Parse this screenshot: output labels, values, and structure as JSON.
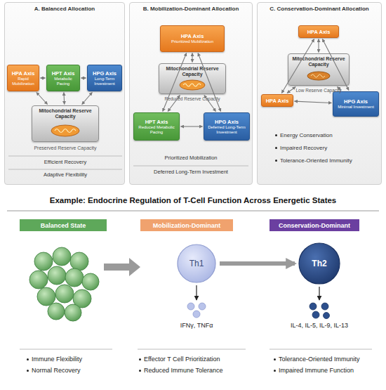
{
  "diagram": {
    "title": "Example: Endocrine Regulation of T-Cell Function Across Energetic States",
    "nodes": [
      {
        "text": [
          "A. Balanced Allocation"
        ]
      },
      {
        "text": [
          "HPA Axis",
          "Rapid Mobilization"
        ],
        "in": 0
      },
      {
        "text": [
          "HPT Axis",
          "Metabolic Pacing"
        ],
        "in": 0
      },
      {
        "text": [
          "HPG Axis",
          "Long-Term Investment"
        ],
        "in": 0
      },
      {
        "text": [
          "Mitochondrial Reserve Capacity"
        ],
        "in": 0
      },
      {
        "text": [
          "B. Mobilization-Dominant Allocation"
        ]
      },
      {
        "text": [
          "HPA Axis",
          "Prioritized Mobilization"
        ],
        "in": 5
      },
      {
        "text": [
          "Mitochondrial Reserve Capacity"
        ],
        "in": 5
      },
      {
        "text": [
          "HPT Axis",
          "Reduced Metabolic Pacing"
        ],
        "in": 5
      },
      {
        "text": [
          "HPG Axis",
          "Deferred Long-Term Investment"
        ],
        "in": 5
      },
      {
        "text": [
          "C. Conservation-Dominant Allocation"
        ]
      },
      {
        "text": [
          "HPA Axis"
        ],
        "in": 10
      },
      {
        "text": [
          "Mitochondrial Reserve Capacity"
        ],
        "in": 10
      },
      {
        "text": [
          "HPA Axis"
        ],
        "in": 10
      },
      {
        "text": [
          "HPG Axis",
          "Minimal Investment"
        ],
        "in": 10
      },
      {
        "text": [
          "Balanced State"
        ]
      },
      {
        "text": [
          "Mobilization-Dominant"
        ]
      },
      {
        "text": [
          "Conservation-Dominant"
        ]
      },
      {
        "text": [
          "Th1"
        ]
      },
      {
        "text": [
          "Th2"
        ]
      }
    ],
    "edges": [
      {
        "from": 1,
        "to": 2,
        "arrow": "both"
      },
      {
        "from": 2,
        "to": 3,
        "arrow": "both"
      },
      {
        "from": 1,
        "to": 4,
        "arrow": "both"
      },
      {
        "from": 2,
        "to": 4,
        "arrow": "both"
      },
      {
        "from": 3,
        "to": 4,
        "arrow": "both"
      },
      {
        "from": 6,
        "to": 7,
        "arrow": "both"
      },
      {
        "from": 6,
        "to": 8,
        "arrow": "both"
      },
      {
        "from": 6,
        "to": 9,
        "arrow": "both"
      },
      {
        "from": 7,
        "to": 8,
        "arrow": "both"
      },
      {
        "from": 7,
        "to": 9,
        "arrow": "both"
      },
      {
        "from": 8,
        "to": 9,
        "arrow": "both"
      },
      {
        "from": 11,
        "to": 12,
        "arrow": "both"
      },
      {
        "from": 11,
        "to": 13,
        "arrow": "both"
      },
      {
        "from": 11,
        "to": 14,
        "arrow": "both"
      },
      {
        "from": 12,
        "to": 13,
        "arrow": "both"
      },
      {
        "from": 12,
        "to": 14,
        "arrow": "both"
      },
      {
        "from": 13,
        "to": 14,
        "arrow": "both"
      },
      {
        "from": 18,
        "to": 19,
        "arrow": "to"
      }
    ],
    "labels": [
      "Preserved Reserve Capacity",
      "Efficient Recovery",
      "Adaptive Flexibility",
      "Reduced Reserve Capacity",
      "Prioritized Mobilization",
      "Deferred Long-Term Investment",
      "Low Reserve Capacity",
      "Energy Conservation",
      "Impaired Recovery",
      "Tolerance-Oriented Immunity",
      "IFNγ, TNFα",
      "IL-4, IL-5, IL-9, IL-13",
      "Immune Flexibility",
      "Normal Recovery",
      "Effector T Cell Prioritization",
      "Reduced Immune Tolerance",
      "Tolerance-Oriented Immunity",
      "Impaired Immune Function"
    ]
  }
}
